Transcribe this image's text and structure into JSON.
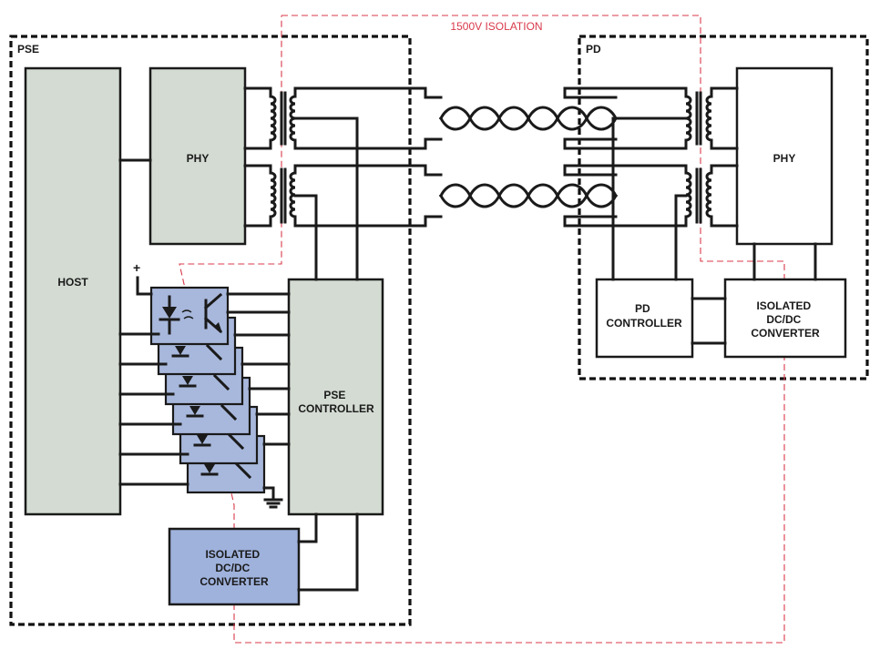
{
  "isolation_label": "1500V ISOLATION",
  "pse": {
    "region_label": "PSE",
    "host_label": "HOST",
    "phy_label": "PHY",
    "controller_label": [
      "PSE",
      "CONTROLLER"
    ],
    "converter_label": [
      "ISOLATED",
      "DC/DC",
      "CONVERTER"
    ],
    "supply_symbol": "+"
  },
  "pd": {
    "region_label": "PD",
    "phy_label": "PHY",
    "controller_label": [
      "PD",
      "CONTROLLER"
    ],
    "converter_label": [
      "ISOLATED",
      "DC/DC",
      "CONVERTER"
    ]
  },
  "colors": {
    "block_fill": "#d3dbd2",
    "converter_fill": "#9fb2dc",
    "optocoupler_fill": "#a8b8dc",
    "isolation_line": "#d8394a",
    "line": "#1a1a1a"
  },
  "icons": [
    "transformer-icon",
    "optocoupler-icon",
    "ground-icon",
    "twisted-pair-icon"
  ]
}
